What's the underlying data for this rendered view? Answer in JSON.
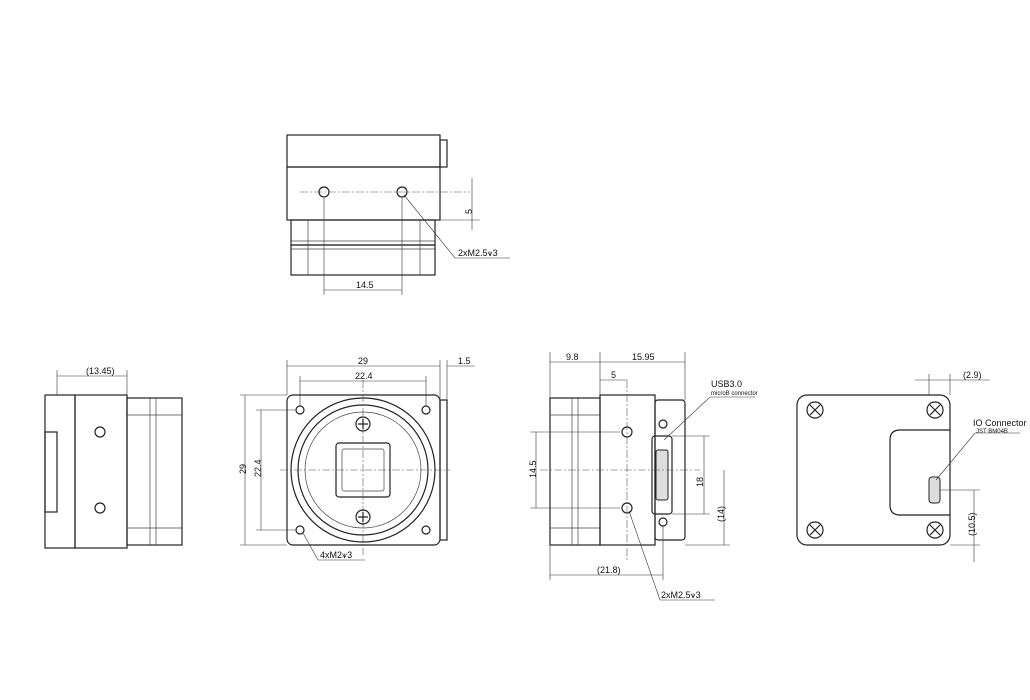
{
  "top_view": {
    "dim_height": "5",
    "dim_hole_spacing": "14.5",
    "hole_callout": "2xM2.5⩛3"
  },
  "side_view_left": {
    "dim_depth": "(13.45)"
  },
  "front_view": {
    "dim_width": "29",
    "dim_hole_width": "22.4",
    "dim_flange": "1.5",
    "dim_height": "29",
    "dim_hole_height": "22.4",
    "hole_callout": "4xM2⩛3"
  },
  "side_view_right": {
    "dim_front": "9.8",
    "dim_rear": "15.95",
    "dim_hole_offset": "5",
    "dim_hole_spacing": "14.5",
    "dim_connector": "18",
    "dim_connector_center": "(14)",
    "dim_total": "(21.8)",
    "hole_callout": "2xM2.5⩛3",
    "usb_label": "USB3.0",
    "usb_sublabel": "microB connector"
  },
  "back_view": {
    "dim_offset": "(2.9)",
    "dim_io_height": "(10.5)",
    "io_label": "IO Connector",
    "io_sublabel": "JST BM04B"
  }
}
